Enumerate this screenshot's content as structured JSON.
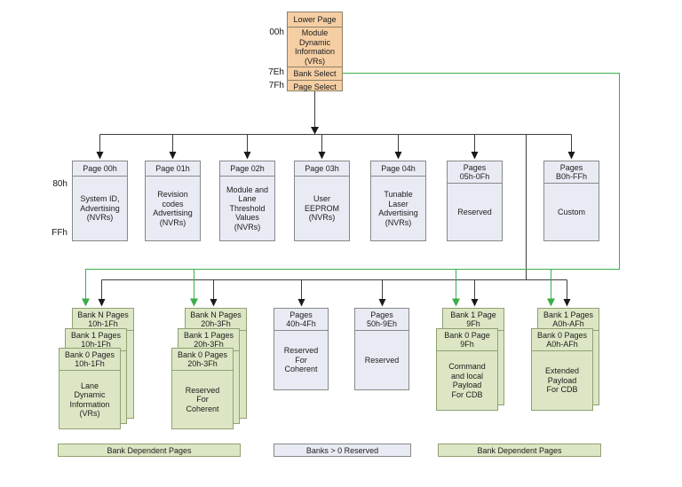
{
  "colors": {
    "page_fill": "#e9ebf4",
    "bank_fill": "#dce6c4",
    "lower_page_fill": "#f5cea3",
    "wire_black": "#3d3d3d",
    "wire_green": "#3bae49"
  },
  "lower_page_box": {
    "header": "Lower Page",
    "body": "Module\nDynamic\nInformation\n(VRs)",
    "bank_select": "Bank Select",
    "page_select": "Page Select",
    "offset_labels": {
      "module": "00h",
      "bank_select": "7Eh",
      "page_select": "7Fh"
    }
  },
  "upper_pages": {
    "offset_labels": {
      "start": "80h",
      "end": "FFh"
    },
    "boxes": [
      {
        "header": "Page 00h",
        "body": "System ID,\nAdvertising\n(NVRs)"
      },
      {
        "header": "Page 01h",
        "body": "Revision\ncodes\nAdvertising\n(NVRs)"
      },
      {
        "header": "Page 02h",
        "body": "Module and\nLane\nThreshold\nValues\n(NVRs)"
      },
      {
        "header": "Page 03h",
        "body": "User\nEEPROM\n(NVRs)"
      },
      {
        "header": "Page 04h",
        "body": "Tunable\nLaser\nAdvertising\n(NVRs)"
      },
      {
        "header": "Pages\n05h-0Fh",
        "body": "Reserved"
      },
      {
        "header": "Pages\nB0h-FFh",
        "body": "Custom"
      }
    ]
  },
  "banked_pages": {
    "stacks": [
      {
        "layers": [
          "Bank N Pages\n10h-1Fh",
          "Bank 1 Pages\n10h-1Fh",
          "Bank 0 Pages\n10h-1Fh"
        ],
        "body": "Lane\nDynamic\nInformation\n(VRs)"
      },
      {
        "layers": [
          "Bank N Pages\n20h-3Fh",
          "Bank 1 Pages\n20h-3Fh",
          "Bank 0 Pages\n20h-3Fh"
        ],
        "body": "Reserved\nFor\nCoherent"
      },
      {
        "layers": [
          "Bank 1 Page\n9Fh",
          "Bank 0 Page\n9Fh"
        ],
        "body": "Command\nand local\nPayload\nFor CDB"
      },
      {
        "layers": [
          "Bank 1 Pages\nA0h-AFh",
          "Bank 0 Pages\nA0h-AFh"
        ],
        "body": "Extended\nPayload\nFor CDB"
      }
    ],
    "reserved_boxes": [
      {
        "header": "Pages\n40h-4Fh",
        "body": "Reserved\nFor\nCoherent"
      },
      {
        "header": "Pages\n50h-9Eh",
        "body": "Reserved"
      }
    ]
  },
  "legend": [
    {
      "label": "Bank Dependent Pages"
    },
    {
      "label": "Banks > 0 Reserved"
    },
    {
      "label": "Bank Dependent Pages"
    }
  ]
}
